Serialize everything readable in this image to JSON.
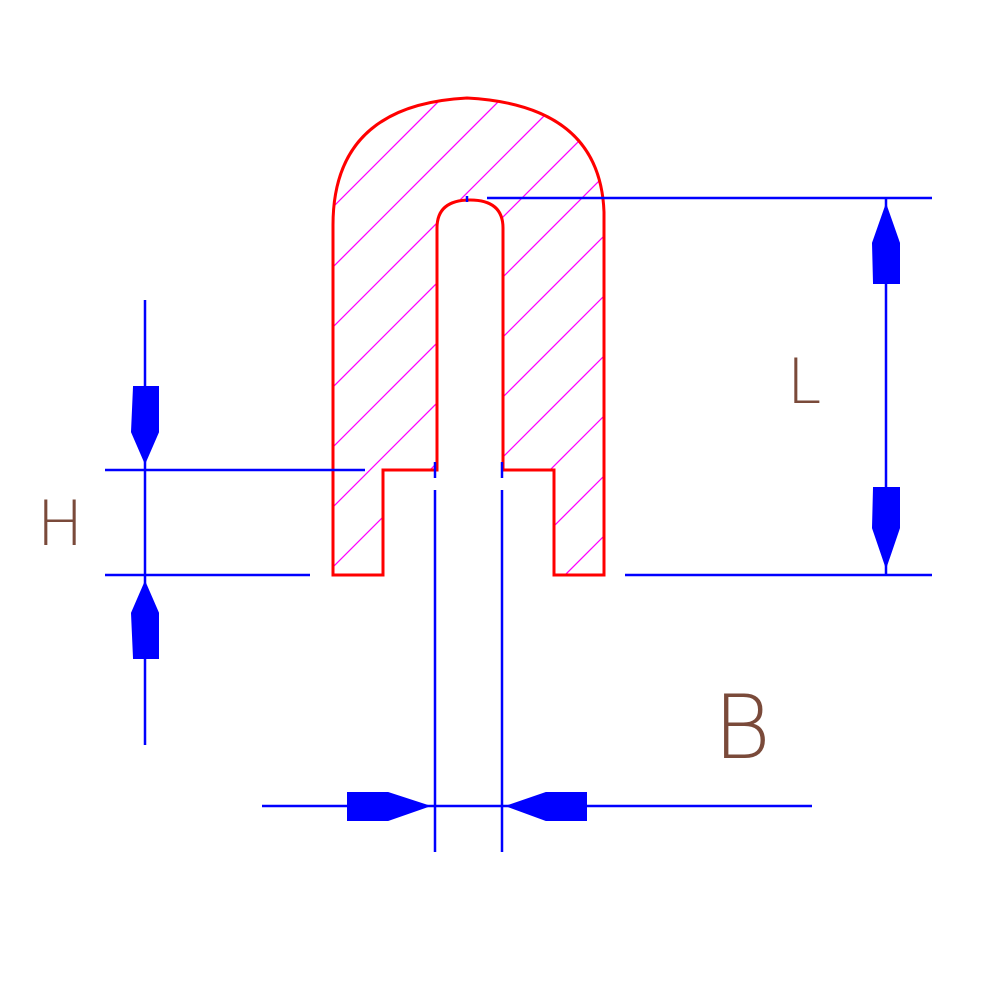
{
  "labels": {
    "height": "H",
    "length": "L",
    "width": "B"
  },
  "colors": {
    "profile_outline": "#ff0000",
    "hatch": "#ff00ff",
    "dimension": "#0000ff",
    "label_text": "#7a4a3a",
    "background": "#ffffff"
  }
}
